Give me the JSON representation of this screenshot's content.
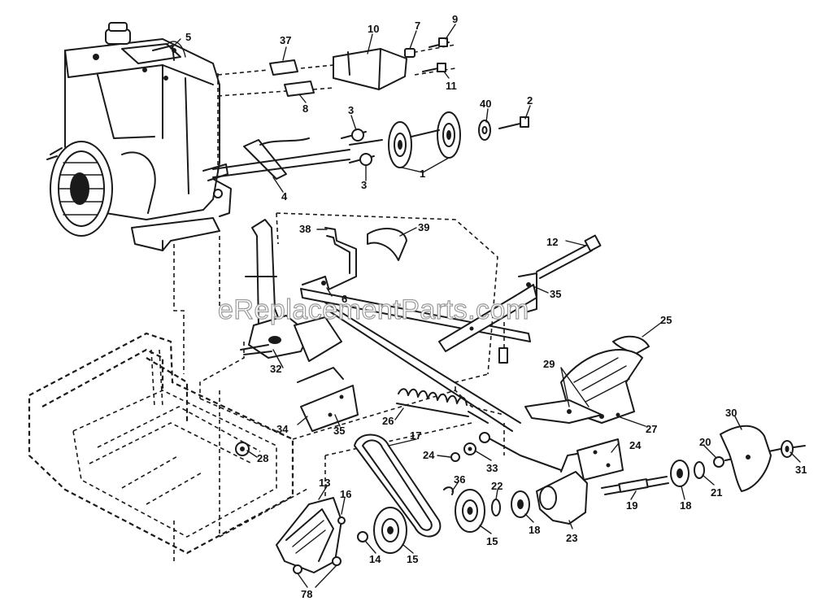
{
  "watermark": "eReplacementParts.com",
  "labels": [
    {
      "id": "p5",
      "text": "5"
    },
    {
      "id": "p37",
      "text": "37"
    },
    {
      "id": "p10",
      "text": "10"
    },
    {
      "id": "p7",
      "text": "7"
    },
    {
      "id": "p9",
      "text": "9"
    },
    {
      "id": "p11",
      "text": "11"
    },
    {
      "id": "p8",
      "text": "8"
    },
    {
      "id": "p3a",
      "text": "3"
    },
    {
      "id": "p40",
      "text": "40"
    },
    {
      "id": "p2",
      "text": "2"
    },
    {
      "id": "p1",
      "text": "1"
    },
    {
      "id": "p4",
      "text": "4"
    },
    {
      "id": "p3b",
      "text": "3"
    },
    {
      "id": "p38",
      "text": "38"
    },
    {
      "id": "p39",
      "text": "39"
    },
    {
      "id": "p12",
      "text": "12"
    },
    {
      "id": "p6",
      "text": "6"
    },
    {
      "id": "p35a",
      "text": "35"
    },
    {
      "id": "p25",
      "text": "25"
    },
    {
      "id": "p32",
      "text": "32"
    },
    {
      "id": "p29",
      "text": "29"
    },
    {
      "id": "p26",
      "text": "26"
    },
    {
      "id": "p34",
      "text": "34"
    },
    {
      "id": "p35b",
      "text": "35"
    },
    {
      "id": "p27",
      "text": "27"
    },
    {
      "id": "p30",
      "text": "30"
    },
    {
      "id": "p17",
      "text": "17"
    },
    {
      "id": "p24a",
      "text": "24"
    },
    {
      "id": "p33",
      "text": "33"
    },
    {
      "id": "p24b",
      "text": "24"
    },
    {
      "id": "p28",
      "text": "28"
    },
    {
      "id": "p20",
      "text": "20"
    },
    {
      "id": "p36",
      "text": "36"
    },
    {
      "id": "p31",
      "text": "31"
    },
    {
      "id": "p21",
      "text": "21"
    },
    {
      "id": "p13",
      "text": "13"
    },
    {
      "id": "p16",
      "text": "16"
    },
    {
      "id": "p22",
      "text": "22"
    },
    {
      "id": "p19",
      "text": "19"
    },
    {
      "id": "p18a",
      "text": "18"
    },
    {
      "id": "p15a",
      "text": "15"
    },
    {
      "id": "p18b",
      "text": "18"
    },
    {
      "id": "p23",
      "text": "23"
    },
    {
      "id": "p14",
      "text": "14"
    },
    {
      "id": "p15b",
      "text": "15"
    },
    {
      "id": "p78",
      "text": "78"
    }
  ]
}
